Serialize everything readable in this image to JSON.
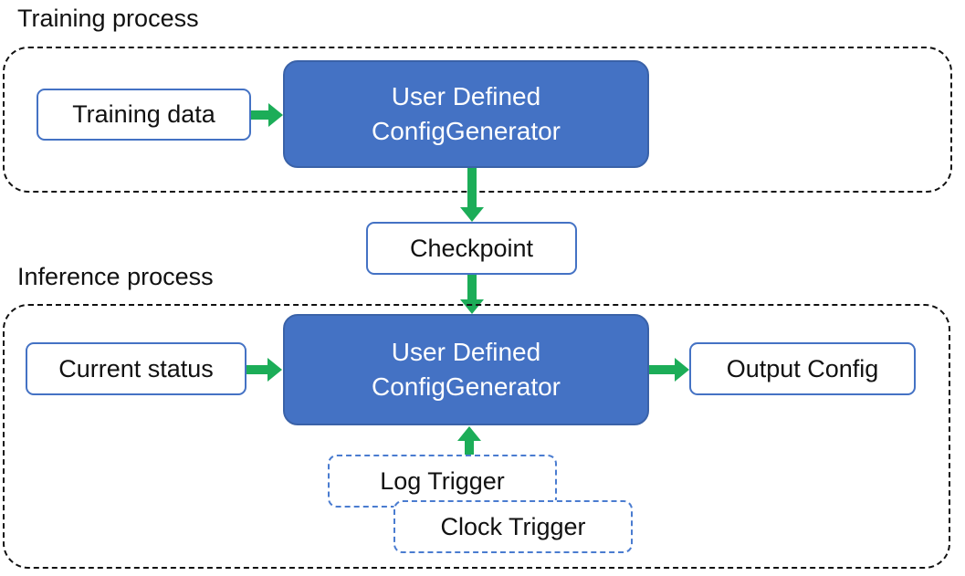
{
  "colors": {
    "arrow_green": "#1cad58",
    "node_blue_fill": "#4472c4",
    "node_blue_border": "#3a62a8",
    "box_outline_blue": "#4472c4",
    "trigger_outline_blue": "#4a7cd0",
    "container_outline": "#111111",
    "text_dark": "#111111",
    "text_light": "#ffffff",
    "canvas_bg": "#ffffff"
  },
  "training_section": {
    "title": "Training process",
    "input_box": "Training data",
    "generator_box": {
      "line1": "User Defined",
      "line2": "ConfigGenerator"
    }
  },
  "checkpoint_box": "Checkpoint",
  "inference_section": {
    "title": "Inference process",
    "input_box": "Current status",
    "generator_box": {
      "line1": "User Defined",
      "line2": "ConfigGenerator"
    },
    "output_box": "Output Config",
    "triggers": {
      "log": "Log Trigger",
      "clock": "Clock Trigger"
    }
  }
}
